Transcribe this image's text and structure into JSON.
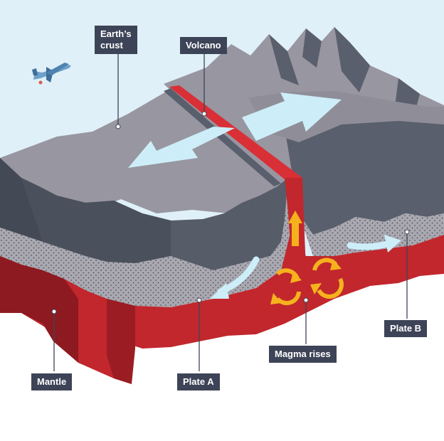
{
  "diagram": {
    "labels": {
      "crust": "Earth’s\ncrust",
      "volcano": "Volcano",
      "mantle": "Mantle",
      "plate_a": "Plate A",
      "magma": "Magma rises",
      "plate_b": "Plate B"
    },
    "icons": [
      "airplane-icon",
      "divergence-arrow-icon",
      "convection-arrow-icon"
    ],
    "colors": {
      "sky": "#dff0f8",
      "crust_top": "#9896a0",
      "crust_side": "#565c68",
      "crust_front": "#444a55",
      "lithosphere": "#a9a8b0",
      "mantle": "#c1272d",
      "mantle_dark": "#8d1a20",
      "arrow_blue": "#cdeef8",
      "convection_yellow": "#f6b21d",
      "label_bg": "#3e4457"
    }
  }
}
